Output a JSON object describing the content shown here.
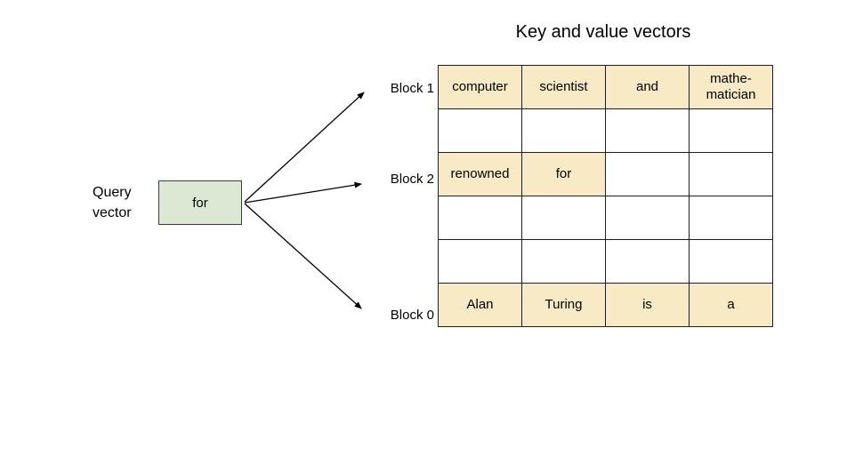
{
  "title": "Key and value vectors",
  "query": {
    "label": "Query\nvector",
    "box_text": "for"
  },
  "block_labels": [
    {
      "id": "block-1",
      "label": "Block 1"
    },
    {
      "id": "block-2",
      "label": "Block 2"
    },
    {
      "id": "block-0",
      "label": "Block 0"
    }
  ],
  "table": {
    "columns": 4,
    "rows": [
      {
        "cells": [
          "computer",
          "scientist",
          "and",
          "mathe-\nmatician"
        ],
        "highlight": [
          true,
          true,
          true,
          true
        ]
      },
      {
        "cells": [
          "",
          "",
          "",
          ""
        ],
        "highlight": [
          false,
          false,
          false,
          false
        ]
      },
      {
        "cells": [
          "renowned",
          "for",
          "",
          ""
        ],
        "highlight": [
          true,
          true,
          false,
          false
        ]
      },
      {
        "cells": [
          "",
          "",
          "",
          ""
        ],
        "highlight": [
          false,
          false,
          false,
          false
        ]
      },
      {
        "cells": [
          "",
          "",
          "",
          ""
        ],
        "highlight": [
          false,
          false,
          false,
          false
        ]
      },
      {
        "cells": [
          "Alan",
          "Turing",
          "is",
          "a"
        ],
        "highlight": [
          true,
          true,
          true,
          true
        ]
      }
    ]
  },
  "colors": {
    "cell_highlight": "#f8eac4",
    "query_box_fill": "#dce8d3",
    "table_border": "#1f1f1f",
    "arrow": "#000000"
  }
}
